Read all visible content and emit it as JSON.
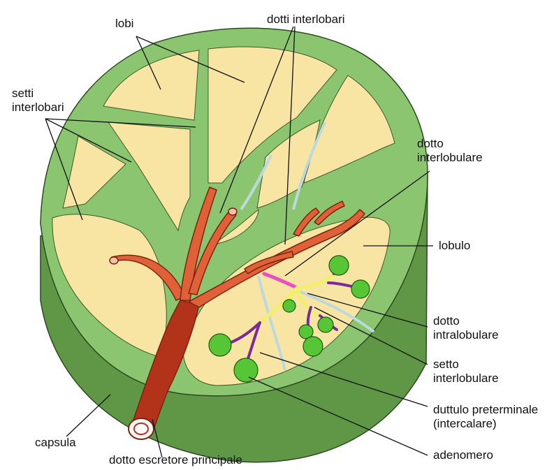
{
  "labels": {
    "lobi": "lobi",
    "dotti_interlobari": "dotti interlobari",
    "setti_interlobari": "setti\ninterlobari",
    "dotto_interlobulare": "dotto\ninterlobulare",
    "lobulo": "lobulo",
    "dotto_intralobulare": "dotto\nintralobulare",
    "setto_interlobulare": "setto\ninterlobulare",
    "duttulo_preterminale": "duttulo preterminale\n(intercalare)",
    "adenomero": "adenomero",
    "capsula": "capsula",
    "dotto_escretore_principale": "dotto escretore principale"
  },
  "colors": {
    "capsule_side": "#5f9746",
    "capsule_top": "#8cc56f",
    "lobe_fill": "#f8e5a3",
    "septum_blue": "#bcd9dd",
    "duct_orange": "#e06038",
    "duct_dark": "#b3321a",
    "acinus": "#56c536",
    "intercalated_purple": "#7a2b9a",
    "intralobular_yellow": "#f2f06a",
    "interlobular_pink": "#ea4fc0"
  }
}
